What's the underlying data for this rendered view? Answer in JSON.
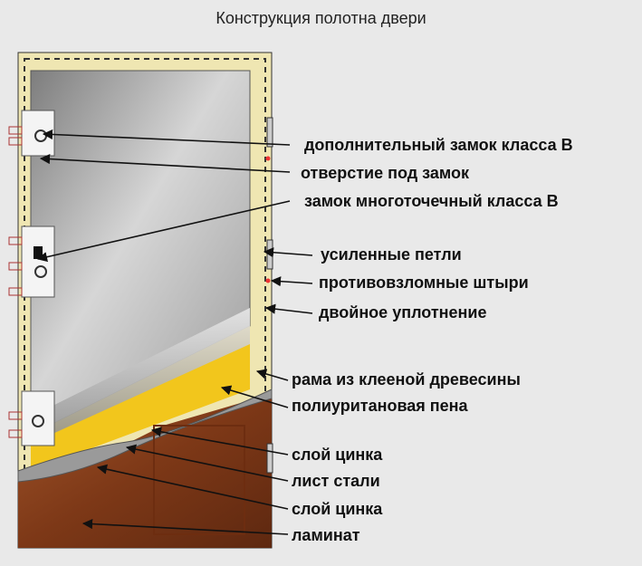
{
  "title": "Конструкция полотна двери",
  "labels": [
    {
      "id": "lock-b",
      "text": "дополнительный замок класса В"
    },
    {
      "id": "lock-hole",
      "text": "отверстие под замок"
    },
    {
      "id": "multipoint-lock",
      "text": "замок многоточечный класса В"
    },
    {
      "id": "hinges",
      "text": "усиленные петли"
    },
    {
      "id": "pins",
      "text": "противовзломные штыри"
    },
    {
      "id": "seal",
      "text": "двойное уплотнение"
    },
    {
      "id": "frame",
      "text": "рама из клееной древесины"
    },
    {
      "id": "foam",
      "text": "полиуритановая пена"
    },
    {
      "id": "zinc1",
      "text": "слой цинка"
    },
    {
      "id": "steel",
      "text": "лист стали"
    },
    {
      "id": "zinc2",
      "text": "слой цинка"
    },
    {
      "id": "laminate",
      "text": "ламинат"
    }
  ],
  "colors": {
    "frame": "#efe6b2",
    "foam": "#f2c61c",
    "steel": "#b8b8b8",
    "laminate": "#8a3f1d",
    "arrow": "#111111"
  }
}
